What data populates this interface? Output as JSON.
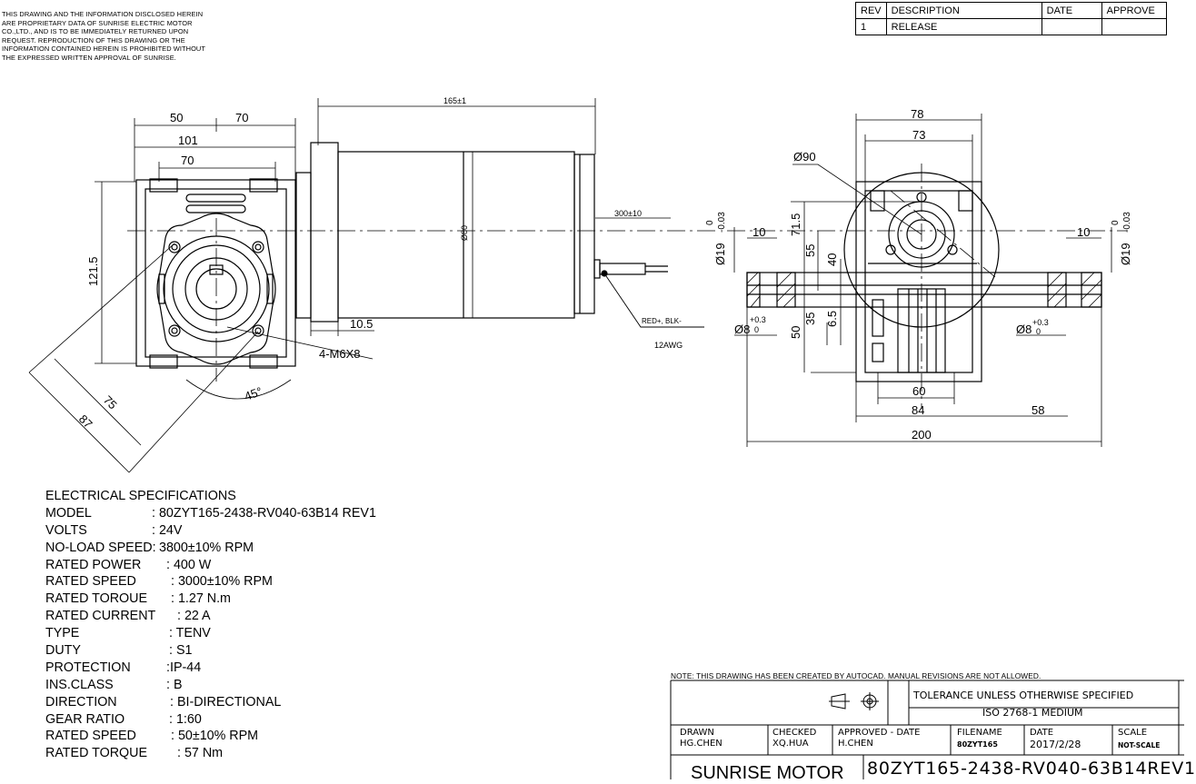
{
  "proprietary_lines": [
    "THIS DRAWING AND THE INFORMATION DISCLOSED HEREIN",
    "ARE PROPRIETARY DATA OF SUNRISE ELECTRIC MOTOR",
    "CO.,LTD., AND IS TO BE IMMEDIATELY RETURNED UPON",
    "REQUEST. REPRODUCTION OF THIS DRAWING OR THE",
    "INFORMATION CONTAINED HEREIN IS PROHIBITED WITHOUT",
    "THE EXPRESSED WRITTEN APPROVAL OF SUNRISE."
  ],
  "revision_table": {
    "headers": [
      "REV",
      "DESCRIPTION",
      "DATE",
      "APPROVE"
    ],
    "rows": [
      [
        "1",
        "RELEASE",
        "",
        ""
      ]
    ]
  },
  "dimensions": {
    "d50": "50",
    "d70a": "70",
    "d101": "101",
    "d70b": "70",
    "d165": "165±1",
    "d121": "121.5",
    "d80": "Ø80",
    "d300": "300±10",
    "d10_5": "10.5",
    "d4m6": "4-M6X8",
    "d75": "75",
    "d87": "87",
    "d45": "45°",
    "wire_color": "RED+, BLK-",
    "wire_gauge": "12AWG",
    "d78": "78",
    "d73": "73",
    "d90": "Ø90",
    "d10a": "10",
    "d10b": "10",
    "d19a": "Ø19",
    "d19b": "Ø19",
    "tol0": "0",
    "tol003": "-0.03",
    "d71_5": "71.5",
    "d55": "55",
    "d40": "40",
    "d35": "35",
    "d6_5": "6.5",
    "d50b": "50",
    "d8a": "Ø8",
    "d8b": "Ø8",
    "tolp03": "+0.3",
    "tol0b": "0",
    "d60": "60",
    "d84": "84",
    "d58": "58",
    "d200": "200"
  },
  "specs": {
    "title": "ELECTRICAL SPECIFICATIONS",
    "rows": [
      {
        "label": "MODEL",
        "value": ": 80ZYT165-2438-RV040-63B14 REV1",
        "vx": 117
      },
      {
        "label": "VOLTS",
        "value": ": 24V",
        "vx": 117
      },
      {
        "label": "NO-LOAD SPEED:",
        "value": "3800±10% RPM",
        "vx": 125
      },
      {
        "label": "RATED POWER",
        "value": ": 400 W",
        "vx": 133
      },
      {
        "label": "RATED SPEED",
        "value": ": 3000±10% RPM",
        "vx": 138
      },
      {
        "label": "RATED TOROUE",
        "value": ": 1.27 N.m",
        "vx": 138
      },
      {
        "label": "RATED CURRENT",
        "value": ":  22 A",
        "vx": 145
      },
      {
        "label": "TYPE",
        "value": ": TENV",
        "vx": 136
      },
      {
        "label": "DUTY",
        "value": ": S1",
        "vx": 136
      },
      {
        "label": "PROTECTION",
        "value": ":IP-44",
        "vx": 133
      },
      {
        "label": "INS.CLASS",
        "value": ":  B",
        "vx": 133
      },
      {
        "label": "DIRECTION",
        "value": ": BI-DIRECTIONAL",
        "vx": 137
      },
      {
        "label": "GEAR RATIO",
        "value": ":  1:60",
        "vx": 136
      },
      {
        "label": "RATED SPEED",
        "value": ": 50±10% RPM",
        "vx": 138
      },
      {
        "label": "RATED TORQUE",
        "value": ": 57 Nm",
        "vx": 145
      }
    ]
  },
  "note": "NOTE: THIS DRAWING HAS BEEN CREATED BY AUTOCAD. MANUAL REVISIONS ARE NOT ALLOWED.",
  "title_block": {
    "tolerance_1": "TOLERANCE UNLESS OTHERWISE SPECIFIED",
    "tolerance_2": "ISO 2768-1 MEDIUM",
    "drawn_label": "DRAWN",
    "drawn_value": "HG.CHEN",
    "checked_label": "CHECKED",
    "checked_value": "XQ.HUA",
    "approved_label": "APPROVED - DATE",
    "approved_value": "H.CHEN",
    "filename_label": "FILENAME",
    "filename_value": "80ZYT165",
    "date_label": "DATE",
    "date_value": "2017/2/28",
    "scale_label": "SCALE",
    "scale_value": "NOT-SCALE",
    "company": "SUNRISE MOTOR",
    "part_number": "80ZYT165-2438-RV040-63B14REV1"
  }
}
